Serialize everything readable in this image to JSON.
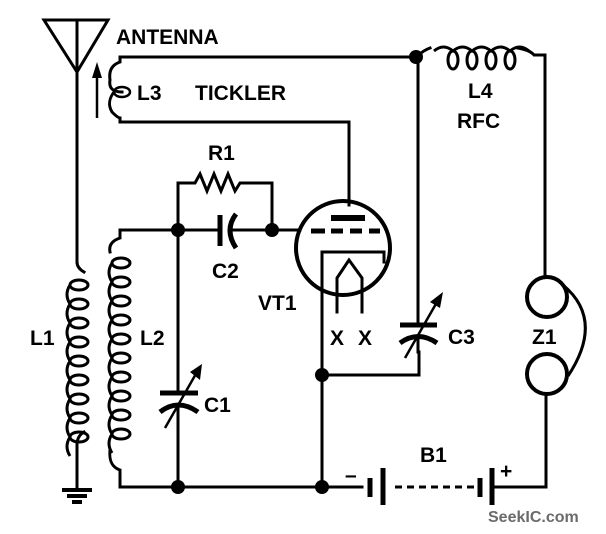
{
  "diagram": {
    "type": "schematic",
    "title": "Regenerative vacuum-tube receiver",
    "labels": {
      "antenna": "ANTENNA",
      "l3": "L3",
      "tickler": "TICKLER",
      "l4": "L4",
      "rfc": "RFC",
      "r1": "R1",
      "c2": "C2",
      "vt1": "VT1",
      "c3": "C3",
      "z1": "Z1",
      "l1": "L1",
      "l2": "L2",
      "c1": "C1",
      "b1": "B1",
      "minus": "–",
      "plus": "+",
      "filament_x1": "X",
      "filament_x2": "X"
    },
    "components": [
      {
        "id": "ANTENNA",
        "kind": "antenna"
      },
      {
        "id": "L1",
        "kind": "inductor"
      },
      {
        "id": "L2",
        "kind": "inductor"
      },
      {
        "id": "L3",
        "kind": "variable-inductor",
        "role": "TICKLER"
      },
      {
        "id": "L4",
        "kind": "inductor",
        "role": "RFC"
      },
      {
        "id": "R1",
        "kind": "resistor"
      },
      {
        "id": "C1",
        "kind": "variable-capacitor"
      },
      {
        "id": "C2",
        "kind": "capacitor"
      },
      {
        "id": "C3",
        "kind": "variable-capacitor"
      },
      {
        "id": "VT1",
        "kind": "triode"
      },
      {
        "id": "Z1",
        "kind": "headphones"
      },
      {
        "id": "B1",
        "kind": "battery"
      },
      {
        "id": "GND",
        "kind": "ground"
      }
    ],
    "watermark": "SeekIC.com",
    "colors": {
      "ink": "#000000",
      "background": "#ffffff",
      "watermark": "#6b6b6b"
    }
  }
}
